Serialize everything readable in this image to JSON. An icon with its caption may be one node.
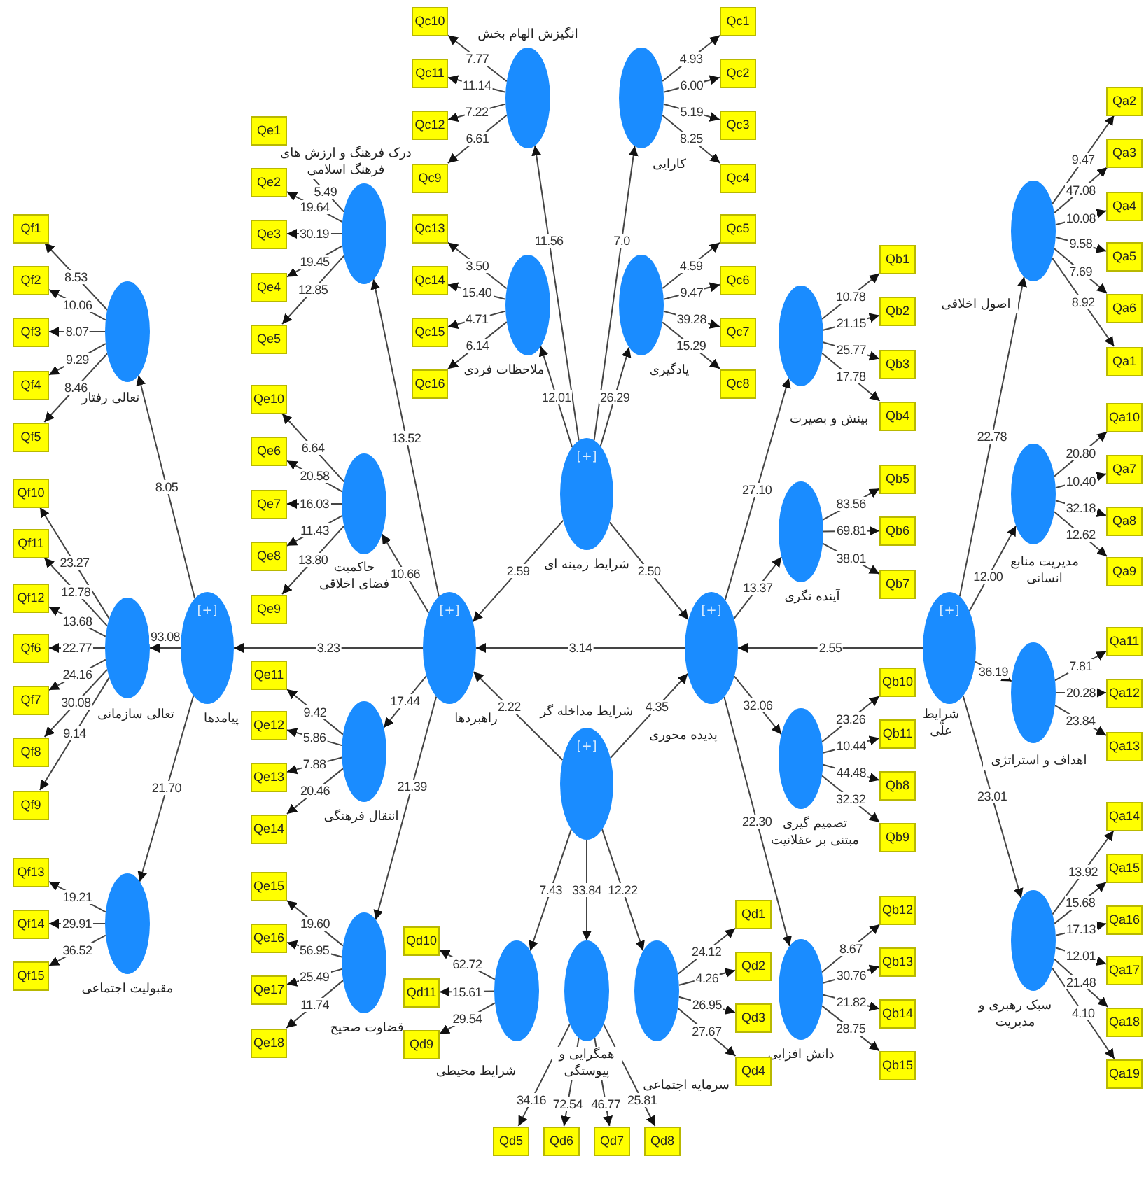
{
  "diagram": {
    "nodes": [
      {
        "text": [
          "[+]",
          "شرایط علّی"
        ]
      },
      {
        "text": [
          "اصول اخلاقی"
        ]
      },
      {
        "text": [
          "مدیریت منابع انسانی"
        ]
      },
      {
        "text": [
          "اهداف و استراتژی"
        ]
      },
      {
        "text": [
          "سبک رهبری و مدیریت"
        ]
      },
      {
        "text": [
          "[+]",
          "پدیده محوری"
        ]
      },
      {
        "text": [
          "بینش و بصیرت"
        ]
      },
      {
        "text": [
          "آینده نگری"
        ]
      },
      {
        "text": [
          "تصمیم گیری مبتنی بر عقلانیت"
        ]
      },
      {
        "text": [
          "دانش افزایی"
        ]
      },
      {
        "text": [
          "[+]",
          "شرایط زمینه ای"
        ]
      },
      {
        "text": [
          "انگیزش الهام بخش"
        ]
      },
      {
        "text": [
          "کارایی"
        ]
      },
      {
        "text": [
          "ملاحظات فردی"
        ]
      },
      {
        "text": [
          "یادگیری"
        ]
      },
      {
        "text": [
          "[+]",
          "راهبردها"
        ]
      },
      {
        "text": [
          "درک فرهنگ و ارزش های فرهنگ اسلامی"
        ]
      },
      {
        "text": [
          "حاکمیت فضای اخلاقی"
        ]
      },
      {
        "text": [
          "انتقال فرهنگی"
        ]
      },
      {
        "text": [
          "قضاوت صحیح"
        ]
      },
      {
        "text": [
          "شرایط مداخله گر",
          "[+]"
        ]
      },
      {
        "text": [
          "شرایط محیطی"
        ]
      },
      {
        "text": [
          "همگرایی و پیوستگی"
        ]
      },
      {
        "text": [
          "سرمایه اجتماعی"
        ]
      },
      {
        "text": [
          "[+]",
          "پیامدها"
        ]
      },
      {
        "text": [
          "تعالی رفتار"
        ]
      },
      {
        "text": [
          "تعالی سازمانی"
        ]
      },
      {
        "text": [
          "مقبولیت اجتماعی"
        ]
      },
      {
        "text": [
          "Qa2"
        ]
      },
      {
        "text": [
          "Qa3"
        ]
      },
      {
        "text": [
          "Qa4"
        ]
      },
      {
        "text": [
          "Qa5"
        ]
      },
      {
        "text": [
          "Qa6"
        ]
      },
      {
        "text": [
          "Qa1"
        ]
      },
      {
        "text": [
          "Qa10"
        ]
      },
      {
        "text": [
          "Qa7"
        ]
      },
      {
        "text": [
          "Qa8"
        ]
      },
      {
        "text": [
          "Qa9"
        ]
      },
      {
        "text": [
          "Qa11"
        ]
      },
      {
        "text": [
          "Qa12"
        ]
      },
      {
        "text": [
          "Qa13"
        ]
      },
      {
        "text": [
          "Qa14"
        ]
      },
      {
        "text": [
          "Qa15"
        ]
      },
      {
        "text": [
          "Qa16"
        ]
      },
      {
        "text": [
          "Qa17"
        ]
      },
      {
        "text": [
          "Qa18"
        ]
      },
      {
        "text": [
          "Qa19"
        ]
      },
      {
        "text": [
          "Qb1"
        ]
      },
      {
        "text": [
          "Qb2"
        ]
      },
      {
        "text": [
          "Qb3"
        ]
      },
      {
        "text": [
          "Qb4"
        ]
      },
      {
        "text": [
          "Qb5"
        ]
      },
      {
        "text": [
          "Qb6"
        ]
      },
      {
        "text": [
          "Qb7"
        ]
      },
      {
        "text": [
          "Qb10"
        ]
      },
      {
        "text": [
          "Qb11"
        ]
      },
      {
        "text": [
          "Qb8"
        ]
      },
      {
        "text": [
          "Qb9"
        ]
      },
      {
        "text": [
          "Qb12"
        ]
      },
      {
        "text": [
          "Qb13"
        ]
      },
      {
        "text": [
          "Qb14"
        ]
      },
      {
        "text": [
          "Qb15"
        ]
      },
      {
        "text": [
          "Qc10"
        ]
      },
      {
        "text": [
          "Qc11"
        ]
      },
      {
        "text": [
          "Qc12"
        ]
      },
      {
        "text": [
          "Qc9"
        ]
      },
      {
        "text": [
          "Qc1"
        ]
      },
      {
        "text": [
          "Qc2"
        ]
      },
      {
        "text": [
          "Qc3"
        ]
      },
      {
        "text": [
          "Qc4"
        ]
      },
      {
        "text": [
          "Qc13"
        ]
      },
      {
        "text": [
          "Qc14"
        ]
      },
      {
        "text": [
          "Qc15"
        ]
      },
      {
        "text": [
          "Qc16"
        ]
      },
      {
        "text": [
          "Qc5"
        ]
      },
      {
        "text": [
          "Qc6"
        ]
      },
      {
        "text": [
          "Qc7"
        ]
      },
      {
        "text": [
          "Qc8"
        ]
      },
      {
        "text": [
          "Qe1"
        ]
      },
      {
        "text": [
          "Qe2"
        ]
      },
      {
        "text": [
          "Qe3"
        ]
      },
      {
        "text": [
          "Qe4"
        ]
      },
      {
        "text": [
          "Qe5"
        ]
      },
      {
        "text": [
          "Qe10"
        ]
      },
      {
        "text": [
          "Qe6"
        ]
      },
      {
        "text": [
          "Qe7"
        ]
      },
      {
        "text": [
          "Qe8"
        ]
      },
      {
        "text": [
          "Qe9"
        ]
      },
      {
        "text": [
          "Qe11"
        ]
      },
      {
        "text": [
          "Qe12"
        ]
      },
      {
        "text": [
          "Qe13"
        ]
      },
      {
        "text": [
          "Qe14"
        ]
      },
      {
        "text": [
          "Qe15"
        ]
      },
      {
        "text": [
          "Qe16"
        ]
      },
      {
        "text": [
          "Qe17"
        ]
      },
      {
        "text": [
          "Qe18"
        ]
      },
      {
        "text": [
          "Qd10"
        ]
      },
      {
        "text": [
          "Qd11"
        ]
      },
      {
        "text": [
          "Qd9"
        ]
      },
      {
        "text": [
          "Qd5"
        ]
      },
      {
        "text": [
          "Qd6"
        ]
      },
      {
        "text": [
          "Qd7"
        ]
      },
      {
        "text": [
          "Qd8"
        ]
      },
      {
        "text": [
          "Qd1"
        ]
      },
      {
        "text": [
          "Qd2"
        ]
      },
      {
        "text": [
          "Qd3"
        ]
      },
      {
        "text": [
          "Qd4"
        ]
      },
      {
        "text": [
          "Qf1"
        ]
      },
      {
        "text": [
          "Qf2"
        ]
      },
      {
        "text": [
          "Qf3"
        ]
      },
      {
        "text": [
          "Qf4"
        ]
      },
      {
        "text": [
          "Qf5"
        ]
      },
      {
        "text": [
          "Qf10"
        ]
      },
      {
        "text": [
          "Qf11"
        ]
      },
      {
        "text": [
          "Qf12"
        ]
      },
      {
        "text": [
          "Qf6"
        ]
      },
      {
        "text": [
          "Qf7"
        ]
      },
      {
        "text": [
          "Qf8"
        ]
      },
      {
        "text": [
          "Qf9"
        ]
      },
      {
        "text": [
          "Qf13"
        ]
      },
      {
        "text": [
          "Qf14"
        ]
      },
      {
        "text": [
          "Qf15"
        ]
      }
    ],
    "edges": [
      {
        "from": 0,
        "to": 1,
        "arrow": "to",
        "label": "22.78"
      },
      {
        "from": 0,
        "to": 2,
        "arrow": "to",
        "label": "12.00"
      },
      {
        "from": 0,
        "to": 3,
        "arrow": "to",
        "label": "36.19"
      },
      {
        "from": 0,
        "to": 4,
        "arrow": "to",
        "label": "23.01"
      },
      {
        "from": 0,
        "to": 5,
        "arrow": "to",
        "label": "2.55"
      },
      {
        "from": 5,
        "to": 6,
        "arrow": "to",
        "label": "27.10"
      },
      {
        "from": 5,
        "to": 7,
        "arrow": "to",
        "label": "13.37"
      },
      {
        "from": 5,
        "to": 8,
        "arrow": "to",
        "label": "32.06"
      },
      {
        "from": 5,
        "to": 9,
        "arrow": "to",
        "label": "22.30"
      },
      {
        "from": 5,
        "to": 15,
        "arrow": "to",
        "label": "3.14"
      },
      {
        "from": 10,
        "to": 11,
        "arrow": "to",
        "label": "11.56"
      },
      {
        "from": 10,
        "to": 12,
        "arrow": "to",
        "label": "7.0"
      },
      {
        "from": 10,
        "to": 13,
        "arrow": "to",
        "label": "12.01"
      },
      {
        "from": 10,
        "to": 14,
        "arrow": "to",
        "label": "26.29"
      },
      {
        "from": 10,
        "to": 15,
        "arrow": "to",
        "label": "2.59"
      },
      {
        "from": 10,
        "to": 5,
        "arrow": "to",
        "label": "2.50"
      },
      {
        "from": 20,
        "to": 15,
        "arrow": "to",
        "label": "2.22"
      },
      {
        "from": 20,
        "to": 5,
        "arrow": "to",
        "label": "4.35"
      },
      {
        "from": 20,
        "to": 21,
        "arrow": "to",
        "label": "7.43"
      },
      {
        "from": 20,
        "to": 22,
        "arrow": "to",
        "label": "33.84"
      },
      {
        "from": 20,
        "to": 23,
        "arrow": "to",
        "label": "12.22"
      },
      {
        "from": 15,
        "to": 16,
        "arrow": "to",
        "label": "13.52"
      },
      {
        "from": 15,
        "to": 17,
        "arrow": "to",
        "label": "10.66"
      },
      {
        "from": 15,
        "to": 18,
        "arrow": "to",
        "label": "17.44"
      },
      {
        "from": 15,
        "to": 19,
        "arrow": "to",
        "label": "21.39"
      },
      {
        "from": 15,
        "to": 24,
        "arrow": "to",
        "label": "3.23"
      },
      {
        "from": 24,
        "to": 25,
        "arrow": "to",
        "label": "8.05"
      },
      {
        "from": 24,
        "to": 26,
        "arrow": "to",
        "label": "93.08"
      },
      {
        "from": 24,
        "to": 27,
        "arrow": "to",
        "label": "21.70"
      },
      {
        "from": 1,
        "to": 28,
        "arrow": "to",
        "label": "9.47"
      },
      {
        "from": 1,
        "to": 29,
        "arrow": "to",
        "label": "47.08"
      },
      {
        "from": 1,
        "to": 30,
        "arrow": "to",
        "label": "10.08"
      },
      {
        "from": 1,
        "to": 31,
        "arrow": "to",
        "label": "9.58"
      },
      {
        "from": 1,
        "to": 32,
        "arrow": "to",
        "label": "7.69"
      },
      {
        "from": 1,
        "to": 33,
        "arrow": "to",
        "label": "8.92"
      },
      {
        "from": 2,
        "to": 34,
        "arrow": "to",
        "label": "20.80"
      },
      {
        "from": 2,
        "to": 35,
        "arrow": "to",
        "label": "10.40"
      },
      {
        "from": 2,
        "to": 36,
        "arrow": "to",
        "label": "32.18"
      },
      {
        "from": 2,
        "to": 37,
        "arrow": "to",
        "label": "12.62"
      },
      {
        "from": 3,
        "to": 38,
        "arrow": "to",
        "label": "7.81"
      },
      {
        "from": 3,
        "to": 39,
        "arrow": "to",
        "label": "20.28"
      },
      {
        "from": 3,
        "to": 40,
        "arrow": "to",
        "label": "23.84"
      },
      {
        "from": 4,
        "to": 41,
        "arrow": "to",
        "label": "13.92"
      },
      {
        "from": 4,
        "to": 42,
        "arrow": "to",
        "label": "15.68"
      },
      {
        "from": 4,
        "to": 43,
        "arrow": "to",
        "label": "17.13"
      },
      {
        "from": 4,
        "to": 44,
        "arrow": "to",
        "label": "12.01"
      },
      {
        "from": 4,
        "to": 45,
        "arrow": "to",
        "label": "21.48"
      },
      {
        "from": 4,
        "to": 46,
        "arrow": "to",
        "label": "4.10"
      },
      {
        "from": 6,
        "to": 47,
        "arrow": "to",
        "label": "10.78"
      },
      {
        "from": 6,
        "to": 48,
        "arrow": "to",
        "label": "21.15"
      },
      {
        "from": 6,
        "to": 49,
        "arrow": "to",
        "label": "25.77"
      },
      {
        "from": 6,
        "to": 50,
        "arrow": "to",
        "label": "17.78"
      },
      {
        "from": 7,
        "to": 51,
        "arrow": "to",
        "label": "83.56"
      },
      {
        "from": 7,
        "to": 52,
        "arrow": "to",
        "label": "69.81"
      },
      {
        "from": 7,
        "to": 53,
        "arrow": "to",
        "label": "38.01"
      },
      {
        "from": 8,
        "to": 54,
        "arrow": "to",
        "label": "23.26"
      },
      {
        "from": 8,
        "to": 55,
        "arrow": "to",
        "label": "10.44"
      },
      {
        "from": 8,
        "to": 56,
        "arrow": "to",
        "label": "44.48"
      },
      {
        "from": 8,
        "to": 57,
        "arrow": "to",
        "label": "32.32"
      },
      {
        "from": 9,
        "to": 58,
        "arrow": "to",
        "label": "8.67"
      },
      {
        "from": 9,
        "to": 59,
        "arrow": "to",
        "label": "30.76"
      },
      {
        "from": 9,
        "to": 60,
        "arrow": "to",
        "label": "21.82"
      },
      {
        "from": 9,
        "to": 61,
        "arrow": "to",
        "label": "28.75"
      },
      {
        "from": 11,
        "to": 62,
        "arrow": "to",
        "label": "7.77"
      },
      {
        "from": 11,
        "to": 63,
        "arrow": "to",
        "label": "11.14"
      },
      {
        "from": 11,
        "to": 64,
        "arrow": "to",
        "label": "7.22"
      },
      {
        "from": 11,
        "to": 65,
        "arrow": "to",
        "label": "6.61"
      },
      {
        "from": 12,
        "to": 66,
        "arrow": "to",
        "label": "4.93"
      },
      {
        "from": 12,
        "to": 67,
        "arrow": "to",
        "label": "6.00"
      },
      {
        "from": 12,
        "to": 68,
        "arrow": "to",
        "label": "5.19"
      },
      {
        "from": 12,
        "to": 69,
        "arrow": "to",
        "label": "8.25"
      },
      {
        "from": 13,
        "to": 70,
        "arrow": "to",
        "label": "3.50"
      },
      {
        "from": 13,
        "to": 71,
        "arrow": "to",
        "label": "15.40"
      },
      {
        "from": 13,
        "to": 72,
        "arrow": "to",
        "label": "4.71"
      },
      {
        "from": 13,
        "to": 73,
        "arrow": "to",
        "label": "6.14"
      },
      {
        "from": 14,
        "to": 74,
        "arrow": "to",
        "label": "4.59"
      },
      {
        "from": 14,
        "to": 75,
        "arrow": "to",
        "label": "9.47"
      },
      {
        "from": 14,
        "to": 76,
        "arrow": "to",
        "label": "39.28"
      },
      {
        "from": 14,
        "to": 77,
        "arrow": "to",
        "label": "15.29"
      },
      {
        "from": 16,
        "to": 78,
        "arrow": "to",
        "label": "5.49"
      },
      {
        "from": 16,
        "to": 79,
        "arrow": "to",
        "label": "19.64"
      },
      {
        "from": 16,
        "to": 80,
        "arrow": "to",
        "label": "30.19"
      },
      {
        "from": 16,
        "to": 81,
        "arrow": "to",
        "label": "19.45"
      },
      {
        "from": 16,
        "to": 82,
        "arrow": "to",
        "label": "12.85"
      },
      {
        "from": 17,
        "to": 83,
        "arrow": "to",
        "label": "6.64"
      },
      {
        "from": 17,
        "to": 84,
        "arrow": "to",
        "label": "20.58"
      },
      {
        "from": 17,
        "to": 85,
        "arrow": "to",
        "label": "16.03"
      },
      {
        "from": 17,
        "to": 86,
        "arrow": "to",
        "label": "11.43"
      },
      {
        "from": 17,
        "to": 87,
        "arrow": "to",
        "label": "13.80"
      },
      {
        "from": 18,
        "to": 88,
        "arrow": "to",
        "label": "9.42"
      },
      {
        "from": 18,
        "to": 89,
        "arrow": "to",
        "label": "5.86"
      },
      {
        "from": 18,
        "to": 90,
        "arrow": "to",
        "label": "7.88"
      },
      {
        "from": 18,
        "to": 91,
        "arrow": "to",
        "label": "20.46"
      },
      {
        "from": 19,
        "to": 92,
        "arrow": "to",
        "label": "19.60"
      },
      {
        "from": 19,
        "to": 93,
        "arrow": "to",
        "label": "56.95"
      },
      {
        "from": 19,
        "to": 94,
        "arrow": "to",
        "label": "25.49"
      },
      {
        "from": 19,
        "to": 95,
        "arrow": "to",
        "label": "11.74"
      },
      {
        "from": 21,
        "to": 96,
        "arrow": "to",
        "label": "62.72"
      },
      {
        "from": 21,
        "to": 97,
        "arrow": "to",
        "label": "15.61"
      },
      {
        "from": 21,
        "to": 98,
        "arrow": "to",
        "label": "29.54"
      },
      {
        "from": 22,
        "to": 99,
        "arrow": "to",
        "label": "34.16"
      },
      {
        "from": 22,
        "to": 100,
        "arrow": "to",
        "label": "72.54"
      },
      {
        "from": 22,
        "to": 101,
        "arrow": "to",
        "label": "46.77"
      },
      {
        "from": 22,
        "to": 102,
        "arrow": "to",
        "label": "25.81"
      },
      {
        "from": 23,
        "to": 103,
        "arrow": "to",
        "label": "24.12"
      },
      {
        "from": 23,
        "to": 104,
        "arrow": "to",
        "label": "4.26"
      },
      {
        "from": 23,
        "to": 105,
        "arrow": "to",
        "label": "26.95"
      },
      {
        "from": 23,
        "to": 106,
        "arrow": "to",
        "label": "27.67"
      },
      {
        "from": 25,
        "to": 107,
        "arrow": "to",
        "label": "8.53"
      },
      {
        "from": 25,
        "to": 108,
        "arrow": "to",
        "label": "10.06"
      },
      {
        "from": 25,
        "to": 109,
        "arrow": "to",
        "label": "8.07"
      },
      {
        "from": 25,
        "to": 110,
        "arrow": "to",
        "label": "9.29"
      },
      {
        "from": 25,
        "to": 111,
        "arrow": "to",
        "label": "8.46"
      },
      {
        "from": 26,
        "to": 112,
        "arrow": "to",
        "label": "23.27"
      },
      {
        "from": 26,
        "to": 113,
        "arrow": "to",
        "label": "12.78"
      },
      {
        "from": 26,
        "to": 114,
        "arrow": "to",
        "label": "13.68"
      },
      {
        "from": 26,
        "to": 115,
        "arrow": "to",
        "label": "22.77"
      },
      {
        "from": 26,
        "to": 116,
        "arrow": "to",
        "label": "24.16"
      },
      {
        "from": 26,
        "to": 117,
        "arrow": "to",
        "label": "30.08"
      },
      {
        "from": 26,
        "to": 118,
        "arrow": "to",
        "label": "9.14"
      },
      {
        "from": 27,
        "to": 119,
        "arrow": "to",
        "label": "19.21"
      },
      {
        "from": 27,
        "to": 120,
        "arrow": "to",
        "label": "29.91"
      },
      {
        "from": 27,
        "to": 121,
        "arrow": "to",
        "label": "36.52"
      }
    ]
  }
}
